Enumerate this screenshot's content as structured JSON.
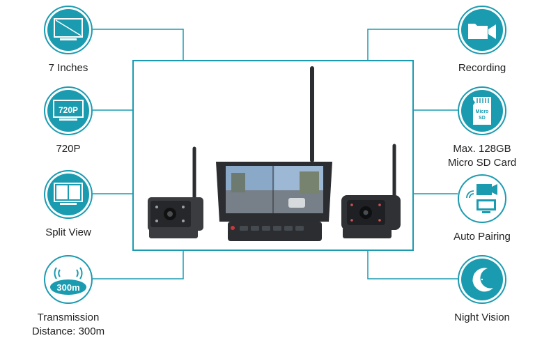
{
  "features_left": [
    {
      "label": "7 Inches",
      "icon": "monitor-screen-icon"
    },
    {
      "label": "720P",
      "icon": "720p-badge-icon",
      "badge": "720P"
    },
    {
      "label": "Split View",
      "icon": "split-view-icon"
    },
    {
      "label": "Transmission Distance: 300m",
      "line1": "Transmission",
      "line2": "Distance: 300m",
      "icon": "signal-range-icon",
      "badge": "300m"
    }
  ],
  "features_right": [
    {
      "label": "Recording",
      "icon": "video-folder-icon"
    },
    {
      "label": "Max. 128GB Micro SD Card",
      "line1": "Max. 128GB",
      "line2": "Micro SD Card",
      "icon": "micro-sd-card-icon",
      "card_text1": "Micro",
      "card_text2": "SD"
    },
    {
      "label": "Auto Pairing",
      "icon": "auto-pairing-icon"
    },
    {
      "label": "Night Vision",
      "icon": "moon-stars-icon"
    }
  ],
  "colors": {
    "accent": "#1a9bb0",
    "device": "#2b2d30",
    "text": "#222222"
  }
}
